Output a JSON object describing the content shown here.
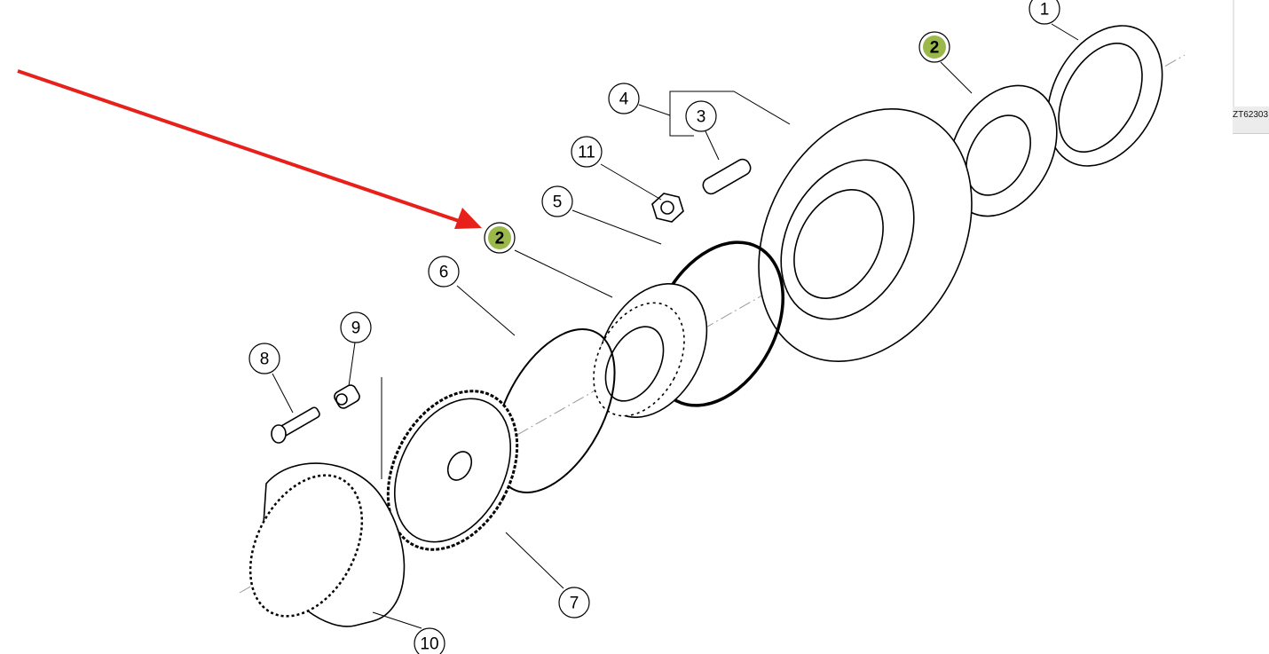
{
  "diagram": {
    "reference_code": "ZT62303",
    "highlight_color": "#9bb84a",
    "arrow_color": "#e8201c",
    "callouts": [
      {
        "label": "1",
        "highlighted": false
      },
      {
        "label": "2",
        "highlighted": true
      },
      {
        "label": "3",
        "highlighted": false
      },
      {
        "label": "4",
        "highlighted": false
      },
      {
        "label": "11",
        "highlighted": false
      },
      {
        "label": "5",
        "highlighted": false
      },
      {
        "label": "2",
        "highlighted": true
      },
      {
        "label": "6",
        "highlighted": false
      },
      {
        "label": "9",
        "highlighted": false
      },
      {
        "label": "8",
        "highlighted": false
      },
      {
        "label": "7",
        "highlighted": false
      },
      {
        "label": "10",
        "highlighted": false
      }
    ]
  }
}
